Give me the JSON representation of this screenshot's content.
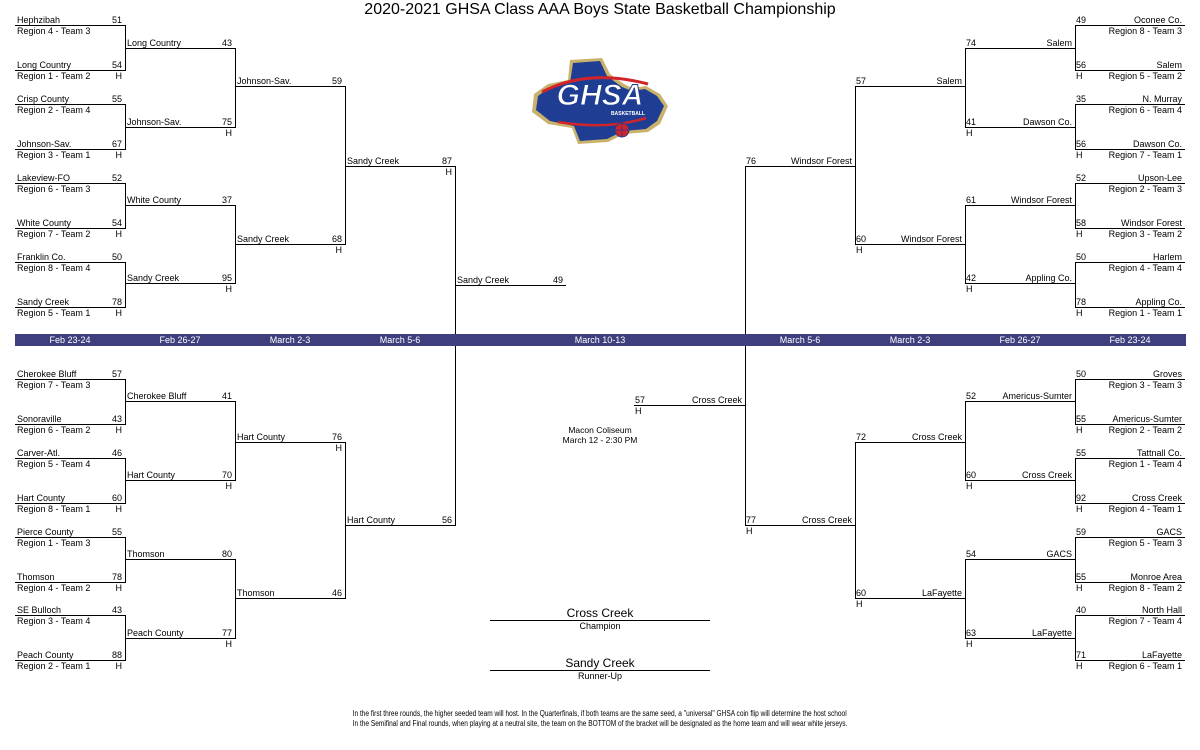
{
  "title": "2020-2021 GHSA Class AAA Boys State Basketball Championship",
  "logo": {
    "text": "GHSA",
    "subtext": "BASKETBALL",
    "colors": {
      "blue": "#1f3e93",
      "gold": "#c9b26b",
      "red": "#d2232a"
    }
  },
  "band": {
    "color": "#3f3f7d",
    "labels": [
      "Feb 23-24",
      "Feb 26-27",
      "March 2-3",
      "March 5-6",
      "March 10-13",
      "March 5-6",
      "March 2-3",
      "Feb 26-27",
      "Feb 23-24"
    ]
  },
  "left": {
    "r1": [
      {
        "name": "Hephzibah",
        "region": "Region 4 - Team 3",
        "score": "51",
        "home": ""
      },
      {
        "name": "Long Country",
        "region": "Region 1 - Team 2",
        "score": "54",
        "home": "H"
      },
      {
        "name": "Crisp County",
        "region": "Region 2 - Team 4",
        "score": "55",
        "home": ""
      },
      {
        "name": "Johnson-Sav.",
        "region": "Region 3 - Team 1",
        "score": "67",
        "home": "H"
      },
      {
        "name": "Lakeview-FO",
        "region": "Region 6 - Team 3",
        "score": "52",
        "home": ""
      },
      {
        "name": "White County",
        "region": "Region 7 - Team 2",
        "score": "54",
        "home": "H"
      },
      {
        "name": "Franklin Co.",
        "region": "Region 8 - Team 4",
        "score": "50",
        "home": ""
      },
      {
        "name": "Sandy Creek",
        "region": "Region 5 - Team 1",
        "score": "78",
        "home": "H"
      },
      {
        "name": "Cherokee Bluff",
        "region": "Region 7 - Team 3",
        "score": "57",
        "home": ""
      },
      {
        "name": "Sonoraville",
        "region": "Region 6 - Team 2",
        "score": "43",
        "home": "H"
      },
      {
        "name": "Carver-Atl.",
        "region": "Region 5 - Team 4",
        "score": "46",
        "home": ""
      },
      {
        "name": "Hart County",
        "region": "Region 8 - Team 1",
        "score": "60",
        "home": "H"
      },
      {
        "name": "Pierce County",
        "region": "Region 1 - Team 3",
        "score": "55",
        "home": ""
      },
      {
        "name": "Thomson",
        "region": "Region 4 - Team 2",
        "score": "78",
        "home": "H"
      },
      {
        "name": "SE Bulloch",
        "region": "Region 3 - Team 4",
        "score": "43",
        "home": ""
      },
      {
        "name": "Peach County",
        "region": "Region 2 - Team 1",
        "score": "88",
        "home": "H"
      }
    ],
    "r2": [
      {
        "name": "Long Country",
        "score": "43",
        "home": ""
      },
      {
        "name": "Johnson-Sav.",
        "score": "75",
        "home": "H"
      },
      {
        "name": "White County",
        "score": "37",
        "home": ""
      },
      {
        "name": "Sandy Creek",
        "score": "95",
        "home": "H"
      },
      {
        "name": "Cherokee Bluff",
        "score": "41",
        "home": ""
      },
      {
        "name": "Hart County",
        "score": "70",
        "home": "H"
      },
      {
        "name": "Thomson",
        "score": "80",
        "home": ""
      },
      {
        "name": "Peach County",
        "score": "77",
        "home": "H"
      }
    ],
    "r3": [
      {
        "name": "Johnson-Sav.",
        "score": "59",
        "home": ""
      },
      {
        "name": "Sandy Creek",
        "score": "68",
        "home": "H"
      },
      {
        "name": "Hart County",
        "score": "76",
        "home": "H"
      },
      {
        "name": "Thomson",
        "score": "46",
        "home": ""
      }
    ],
    "r4": [
      {
        "name": "Sandy Creek",
        "score": "87",
        "home": "H"
      },
      {
        "name": "Hart County",
        "score": "56",
        "home": ""
      }
    ]
  },
  "right": {
    "r1": [
      {
        "name": "Oconee Co.",
        "region": "Region 8 - Team 3",
        "score": "49",
        "home": ""
      },
      {
        "name": "Salem",
        "region": "Region 5 - Team 2",
        "score": "56",
        "home": "H"
      },
      {
        "name": "N. Murray",
        "region": "Region  6 - Team 4",
        "score": "35",
        "home": ""
      },
      {
        "name": "Dawson Co.",
        "region": "Region 7 - Team 1",
        "score": "56",
        "home": "H"
      },
      {
        "name": "Upson-Lee",
        "region": "Region 2 - Team 3",
        "score": "52",
        "home": ""
      },
      {
        "name": "Windsor Forest",
        "region": "Region 3 - Team 2",
        "score": "58",
        "home": "H"
      },
      {
        "name": "Harlem",
        "region": "Region 4 - Team 4",
        "score": "50",
        "home": ""
      },
      {
        "name": "Appling Co.",
        "region": "Region 1 - Team 1",
        "score": "78",
        "home": "H"
      },
      {
        "name": "Groves",
        "region": "Region 3 - Team 3",
        "score": "50",
        "home": ""
      },
      {
        "name": "Americus-Sumter",
        "region": "Region 2 - Team 2",
        "score": "55",
        "home": "H"
      },
      {
        "name": "Tattnall Co.",
        "region": "Region 1 - Team 4",
        "score": "55",
        "home": ""
      },
      {
        "name": "Cross Creek",
        "region": "Region 4 - Team 1",
        "score": "92",
        "home": "H"
      },
      {
        "name": "GACS",
        "region": "Region 5 - Team 3",
        "score": "59",
        "home": ""
      },
      {
        "name": "Monroe Area",
        "region": "Region 8 - Team 2",
        "score": "55",
        "home": "H"
      },
      {
        "name": "North Hall",
        "region": "Region 7 - Team 4",
        "score": "40",
        "home": ""
      },
      {
        "name": "LaFayette",
        "region": "Region 6 - Team 1",
        "score": "71",
        "home": "H"
      }
    ],
    "r2": [
      {
        "name": "Salem",
        "score": "74",
        "home": ""
      },
      {
        "name": "Dawson Co.",
        "score": "41",
        "home": "H"
      },
      {
        "name": "Windsor Forest",
        "score": "61",
        "home": ""
      },
      {
        "name": "Appling Co.",
        "score": "42",
        "home": "H"
      },
      {
        "name": "Americus-Sumter",
        "score": "52",
        "home": ""
      },
      {
        "name": "Cross Creek",
        "score": "60",
        "home": "H"
      },
      {
        "name": "GACS",
        "score": "54",
        "home": ""
      },
      {
        "name": "LaFayette",
        "score": "63",
        "home": "H"
      }
    ],
    "r3": [
      {
        "name": "Salem",
        "score": "57",
        "home": ""
      },
      {
        "name": "Windsor Forest",
        "score": "60",
        "home": "H"
      },
      {
        "name": "Cross Creek",
        "score": "72",
        "home": ""
      },
      {
        "name": "LaFayette",
        "score": "60",
        "home": "H"
      }
    ],
    "r4": [
      {
        "name": "Windsor Forest",
        "score": "76",
        "home": ""
      },
      {
        "name": "Cross Creek",
        "score": "77",
        "home": "H"
      }
    ]
  },
  "final": {
    "left": {
      "name": "Sandy Creek",
      "score": "49",
      "home": ""
    },
    "right": {
      "name": "Cross Creek",
      "score": "57",
      "home": "H"
    },
    "venue": "Macon Coliseum",
    "datetime": "March 12 - 2:30 PM"
  },
  "champion": {
    "name": "Cross Creek",
    "label": "Champion"
  },
  "runner_up": {
    "name": "Sandy Creek",
    "label": "Runner-Up"
  },
  "footer": [
    "In the first three rounds, the higher seeded team will host. In the Quarterfinals, if both teams are the same seed, a \"universal\" GHSA coin flip will determine the host school",
    "In the Semifinal and Final rounds, when playing at a neutral site, the team on the BOTTOM of the bracket will be designated as the home team and will wear white jerseys."
  ]
}
